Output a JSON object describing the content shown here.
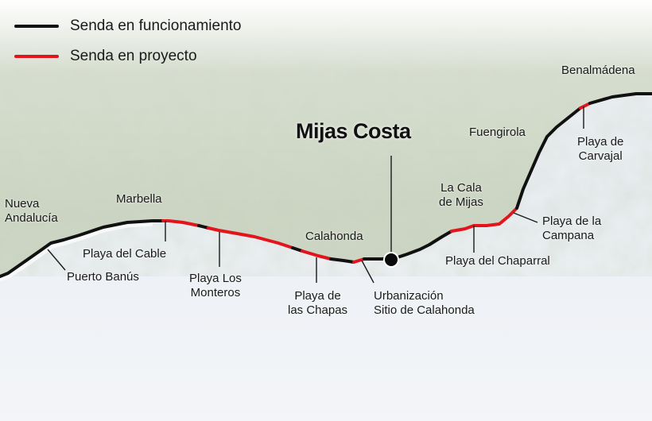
{
  "title": "Mijas Costa",
  "colors": {
    "operating": "#111111",
    "planned": "#e3141b",
    "sea": "#dfe6ee",
    "land": "#c9d3c0"
  },
  "legend": [
    {
      "label": "Senda en funcionamiento",
      "status": "operating"
    },
    {
      "label": "Senda en proyecto",
      "status": "planned"
    }
  ],
  "places": {
    "nueva_andalucia": [
      "Nueva",
      "Andalucía"
    ],
    "marbella": "Marbella",
    "calahonda": "Calahonda",
    "la_cala": [
      "La Cala",
      "de Mijas"
    ],
    "fuengirola": "Fuengirola",
    "benalmadena": "Benalmádena"
  },
  "beaches": {
    "puerto_banus": "Puerto Banús",
    "playa_del_cable": "Playa del Cable",
    "playa_los_monteros": [
      "Playa Los",
      "Monteros"
    ],
    "playa_de_las_chapas": [
      "Playa de",
      "las Chapas"
    ],
    "urbanizacion": [
      "Urbanización",
      "Sitio de Calahonda"
    ],
    "playa_del_chaparral": "Playa del Chaparral",
    "playa_de_la_campana": [
      "Playa de la",
      "Campana"
    ],
    "playa_de_carvajal": [
      "Playa de",
      "Carvajal"
    ]
  }
}
